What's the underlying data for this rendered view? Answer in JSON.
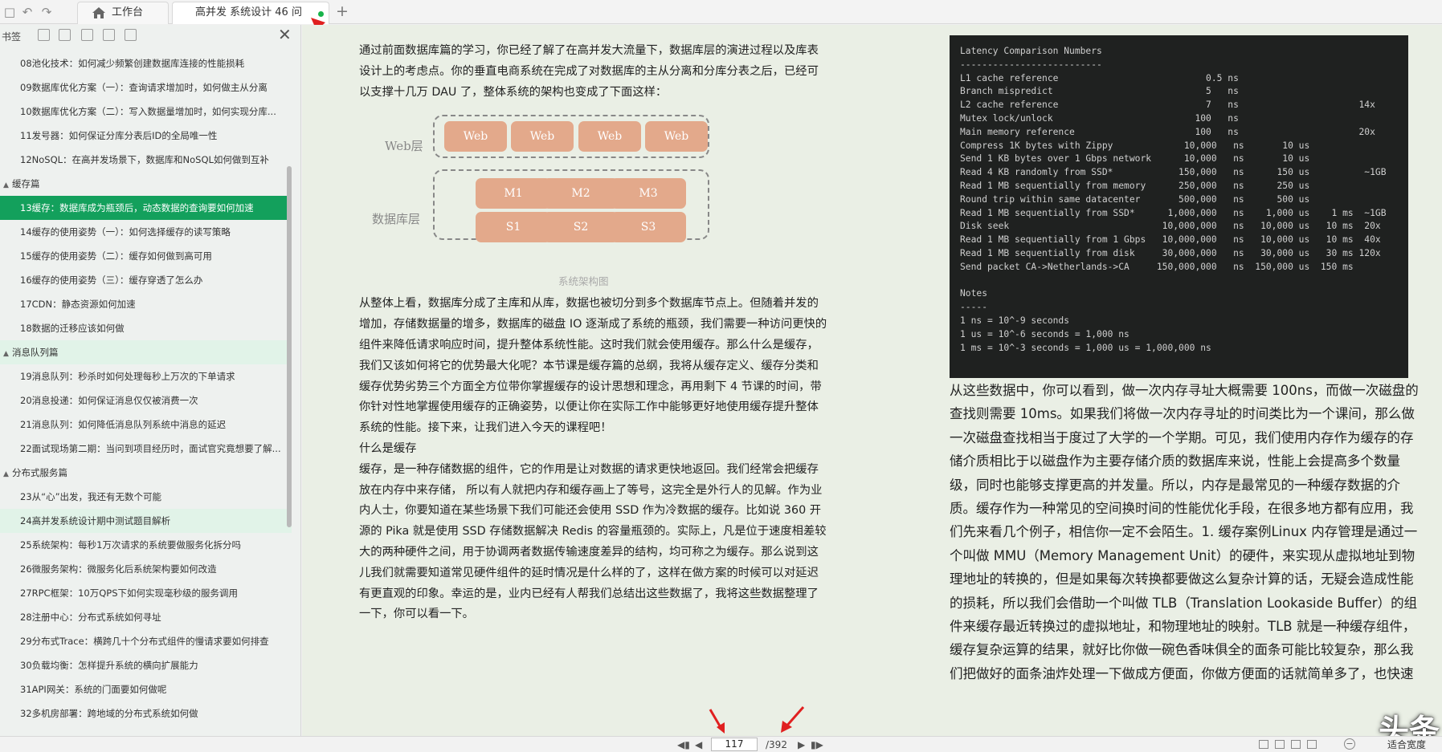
{
  "tabs": {
    "home": "工作台",
    "doc": "高并发 系统设计 46 问"
  },
  "sidebar": {
    "title": "书签",
    "rows": [
      {
        "text": "08池化技术：如何减少频繁创建数据库连接的性能损耗",
        "kind": "item"
      },
      {
        "text": "09数据库优化方案（一）：查询请求增加时，如何做主从分离",
        "kind": "item"
      },
      {
        "text": "10数据库优化方案（二）：写入数据量增加时，如何实现分库...",
        "kind": "item"
      },
      {
        "text": "11发号器：如何保证分库分表后ID的全局唯一性",
        "kind": "item"
      },
      {
        "text": "12NoSQL：在高并发场景下，数据库和NoSQL如何做到互补",
        "kind": "item"
      },
      {
        "text": "缓存篇",
        "kind": "section"
      },
      {
        "text": "13缓存：数据库成为瓶颈后，动态数据的查询要如何加速",
        "kind": "active"
      },
      {
        "text": "14缓存的使用姿势（一）：如何选择缓存的读写策略",
        "kind": "item"
      },
      {
        "text": "15缓存的使用姿势（二）：缓存如何做到高可用",
        "kind": "item"
      },
      {
        "text": "16缓存的使用姿势（三）：缓存穿透了怎么办",
        "kind": "item"
      },
      {
        "text": "17CDN：静态资源如何加速",
        "kind": "item"
      },
      {
        "text": "18数据的迁移应该如何做",
        "kind": "item"
      },
      {
        "text": "消息队列篇",
        "kind": "section-soft"
      },
      {
        "text": "19消息队列：秒杀时如何处理每秒上万次的下单请求",
        "kind": "item"
      },
      {
        "text": "20消息投递：如何保证消息仅仅被消费一次",
        "kind": "item"
      },
      {
        "text": "21消息队列：如何降低消息队列系统中消息的延迟",
        "kind": "item"
      },
      {
        "text": "22面试现场第二期：当问到项目经历时，面试官究竟想要了解...",
        "kind": "item"
      },
      {
        "text": "分布式服务篇",
        "kind": "section"
      },
      {
        "text": "23从“心”出发，我还有无数个可能",
        "kind": "item"
      },
      {
        "text": "24高并发系统设计期中测试题目解析",
        "kind": "soft"
      },
      {
        "text": "25系统架构：每秒1万次请求的系统要做服务化拆分吗",
        "kind": "item"
      },
      {
        "text": "26微服务架构：微服务化后系统架构要如何改造",
        "kind": "item"
      },
      {
        "text": "27RPC框架：10万QPS下如何实现毫秒级的服务调用",
        "kind": "item"
      },
      {
        "text": "28注册中心：分布式系统如何寻址",
        "kind": "item"
      },
      {
        "text": "29分布式Trace：横跨几十个分布式组件的慢请求要如何排查",
        "kind": "item"
      },
      {
        "text": "30负载均衡：怎样提升系统的横向扩展能力",
        "kind": "item"
      },
      {
        "text": "31API网关：系统的门面要如何做呢",
        "kind": "item"
      },
      {
        "text": "32多机房部署：跨地域的分布式系统如何做",
        "kind": "item"
      }
    ]
  },
  "doc": {
    "intro": "通过前面数据库篇的学习，你已经了解了在高并发大流量下，数据库层的演进过程以及库表设计上的考虑点。你的垂直电商系统在完成了对数据库的主从分离和分库分表之后，已经可以支撑十几万 DAU 了，整体系统的架构也变成了下面这样：",
    "diagram": {
      "web_label": "Web层",
      "db_label": "数据库层",
      "web_nodes": [
        "Web",
        "Web",
        "Web",
        "Web"
      ],
      "master_nodes": [
        "M1",
        "M2",
        "M3"
      ],
      "slave_nodes": [
        "S1",
        "S2",
        "S3"
      ],
      "caption": "系统架构图"
    },
    "para2": "从整体上看，数据库分成了主库和从库，数据也被切分到多个数据库节点上。但随着并发的增加，存储数据量的增多，数据库的磁盘 IO 逐渐成了系统的瓶颈，我们需要一种访问更快的组件来降低请求响应时间，提升整体系统性能。这时我们就会使用缓存。那么什么是缓存，我们又该如何将它的优势最大化呢？本节课是缓存篇的总纲，我将从缓存定义、缓存分类和缓存优势劣势三个方面全方位带你掌握缓存的设计思想和理念，再用剩下 4 节课的时间，带你针对性地掌握使用缓存的正确姿势，以便让你在实际工作中能够更好地使用缓存提升整体系统的性能。接下来，让我们进入今天的课程吧！",
    "heading": "什么是缓存",
    "para3": "缓存，是一种存储数据的组件，它的作用是让对数据的请求更快地返回。我们经常会把缓存放在内存中来存储， 所以有人就把内存和缓存画上了等号，这完全是外行人的见解。作为业内人士，你要知道在某些场景下我们可能还会使用 SSD 作为冷数据的缓存。比如说 360 开源的 Pika 就是使用 SSD 存储数据解决 Redis 的容量瓶颈的。实际上，凡是位于速度相差较大的两种硬件之间，用于协调两者数据传输速度差异的结构，均可称之为缓存。那么说到这儿我们就需要知道常见硬件组件的延时情况是什么样的了，这样在做方案的时候可以对延迟有更直观的印象。幸运的是，业内已经有人帮我们总结出这些数据了，我将这些数据整理了一下，你可以看一下。",
    "right_para": "从这些数据中，你可以看到，做一次内存寻址大概需要 100ns，而做一次磁盘的查找则需要 10ms。如果我们将做一次内存寻址的时间类比为一个课间，那么做一次磁盘查找相当于度过了大学的一个学期。可见，我们使用内存作为缓存的存储介质相比于以磁盘作为主要存储介质的数据库来说，性能上会提高多个数量级，同时也能够支撑更高的并发量。所以，内存是最常见的一种缓存数据的介质。缓存作为一种常见的空间换时间的性能优化手段，在很多地方都有应用，我们先来看几个例子，相信你一定不会陌生。1. 缓存案例Linux 内存管理是通过一个叫做 MMU（Memory Management Unit）的硬件，来实现从虚拟地址到物理地址的转换的，但是如果每次转换都要做这么复杂计算的话，无疑会造成性能的损耗，所以我们会借助一个叫做 TLB（Translation Lookaside Buffer）的组件来缓存最近转换过的虚拟地址，和物理地址的映射。TLB 就是一种缓存组件，缓存复杂运算的结果，就好比你做一碗色香味俱全的面条可能比较复杂，那么我们把做好的面条油炸处理一下做成方便面，你做方便面的话就简单多了，也快速多了。这个缓存组件比较底层，这里你只需要了解一下就可以了。在大部分笔记本，桌面电脑和服务器上都会有一个或者多个 TLB 组件，在不经意间帮助我们加快地址转换的速度。"
  },
  "terminal": {
    "lines": [
      "Latency Comparison Numbers",
      "--------------------------",
      "L1 cache reference                           0.5 ns",
      "Branch mispredict                            5   ns",
      "L2 cache reference                           7   ns                      14x",
      "Mutex lock/unlock                          100   ns",
      "Main memory reference                      100   ns                      20x",
      "Compress 1K bytes with Zippy             10,000   ns       10 us",
      "Send 1 KB bytes over 1 Gbps network      10,000   ns       10 us",
      "Read 4 KB randomly from SSD*            150,000   ns      150 us          ~1GB",
      "Read 1 MB sequentially from memory      250,000   ns      250 us",
      "Round trip within same datacenter       500,000   ns      500 us",
      "Read 1 MB sequentially from SSD*      1,000,000   ns    1,000 us    1 ms  ~1GB",
      "Disk seek                            10,000,000   ns   10,000 us   10 ms  20x",
      "Read 1 MB sequentially from 1 Gbps   10,000,000   ns   10,000 us   10 ms  40x",
      "Read 1 MB sequentially from disk     30,000,000   ns   30,000 us   30 ms 120x",
      "Send packet CA->Netherlands->CA     150,000,000   ns  150,000 us  150 ms",
      "",
      "Notes",
      "-----",
      "1 ns = 10^-9 seconds",
      "1 us = 10^-6 seconds = 1,000 ns",
      "1 ms = 10^-3 seconds = 1,000 us = 1,000,000 ns"
    ]
  },
  "watermark": "头条 @追逐仰望星空",
  "statusbar": {
    "page": "117",
    "total": "/392",
    "fit": "适合宽度"
  }
}
